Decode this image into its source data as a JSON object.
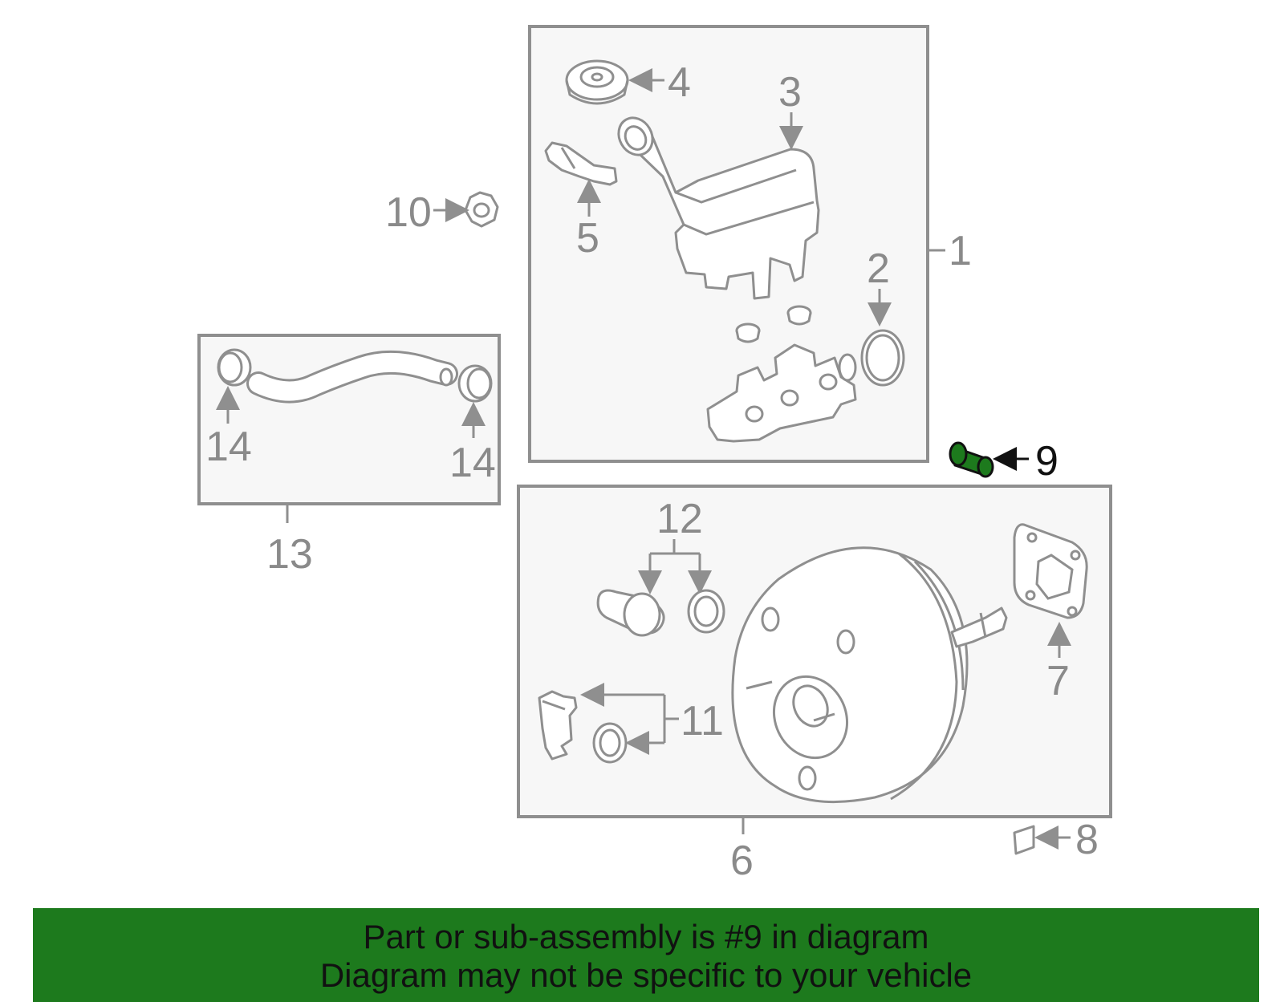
{
  "diagram": {
    "callouts": {
      "c1": "1",
      "c2": "2",
      "c3": "3",
      "c4": "4",
      "c5": "5",
      "c6": "6",
      "c7": "7",
      "c8": "8",
      "c9": "9",
      "c10": "10",
      "c11": "11",
      "c12": "12",
      "c13": "13",
      "c14a": "14",
      "c14b": "14"
    },
    "highlight_part": "9",
    "colors": {
      "highlight": "#1d7a1d",
      "line": "#8f8f8f",
      "box_fill": "#f7f7f7",
      "banner": "#1d7a1d"
    }
  },
  "banner": {
    "line1": "Part or sub-assembly is #9 in diagram",
    "line2": "Diagram may not be specific to your vehicle"
  }
}
